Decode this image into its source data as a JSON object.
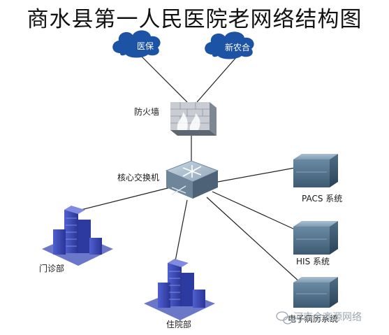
{
  "title": "商水县第一人民医院老网络结构图",
  "clouds": {
    "medical_insurance": "医保",
    "new_rural_coop": "新农合"
  },
  "devices": {
    "firewall": "防火墙",
    "core_switch": "核心交换机",
    "pacs": "PACS 系统",
    "his": "HIS  系统",
    "emr": "电子病历系统"
  },
  "buildings": {
    "outpatient": "门诊部",
    "inpatient": "住院部"
  },
  "watermark": "河南金商源网络"
}
